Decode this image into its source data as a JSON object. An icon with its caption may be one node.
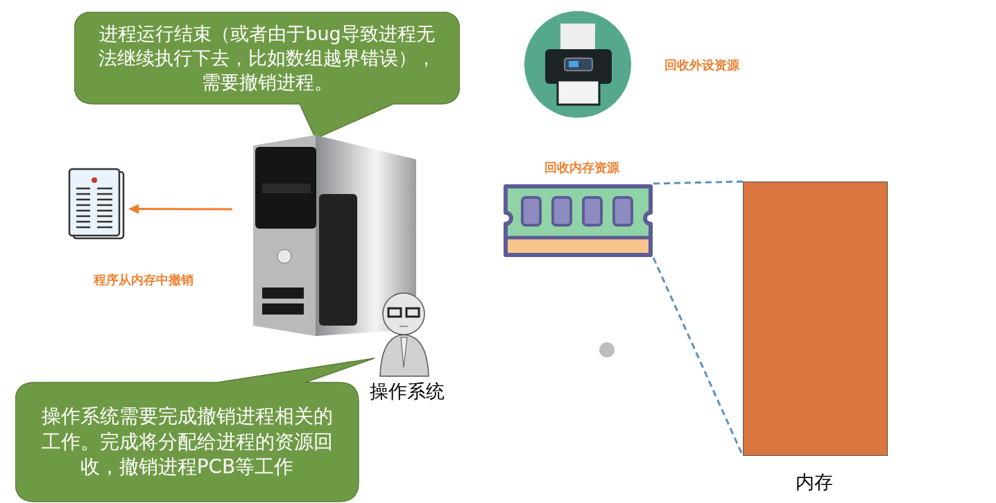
{
  "diagram": {
    "nodes": [
      {
        "text": [
          "进程运行结束（或者由于bug导致进程无法继续执行下去，比如数组越界错误），需要撤销进程。"
        ]
      },
      {
        "text": [],
        "shape": "picture"
      },
      {
        "text": [],
        "shape": "picture",
        "beside": [
          "程序从内存中撤销"
        ]
      },
      {
        "text": [],
        "shape": "person",
        "beside": [
          "操作系统"
        ]
      },
      {
        "text": [
          "操作系统需要完成撤销进程相关的工作。完成将分配给进程的资源回收，撤销进程PCB等工作"
        ]
      },
      {
        "text": [],
        "shape": "picture",
        "beside": [
          "回收外设资源"
        ]
      },
      {
        "text": [],
        "shape": "picture",
        "beside": [
          "回收内存资源"
        ]
      },
      {
        "text": [],
        "shape": "bar",
        "beside": [
          "内存"
        ]
      }
    ],
    "edges": [
      {
        "from": 1,
        "to": 2,
        "arrow": "to",
        "color": "#f07f2e"
      },
      {
        "from": 6,
        "to": 7,
        "arrow": "none",
        "style": "dashed",
        "color": "#5b8fc7"
      },
      {
        "from": 6,
        "to": 7,
        "arrow": "none",
        "style": "dashed",
        "color": "#5b8fc7"
      }
    ]
  }
}
